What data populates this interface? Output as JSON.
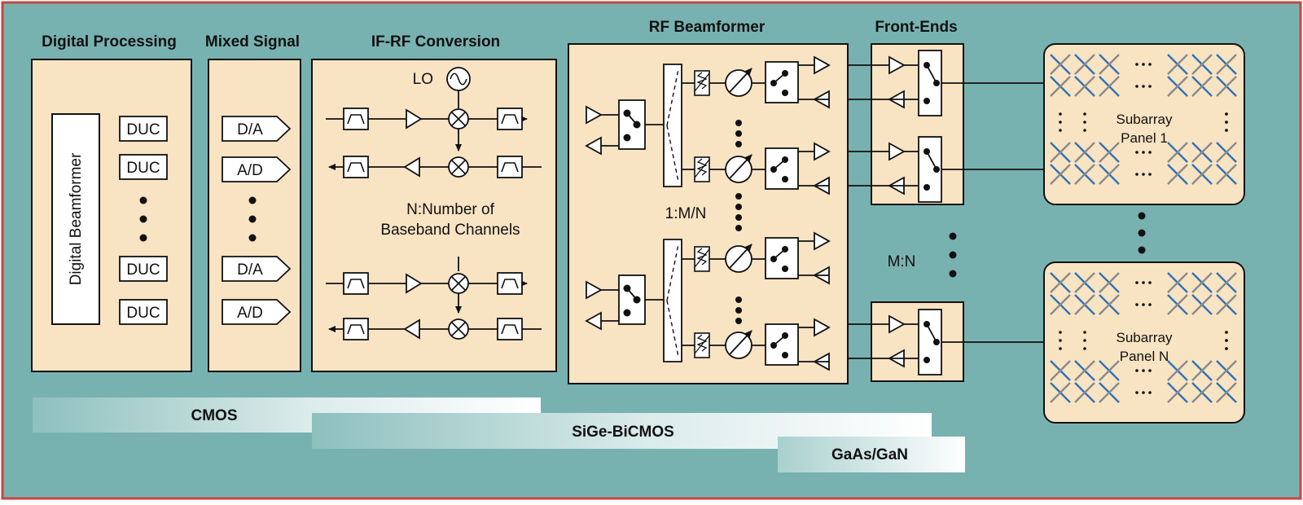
{
  "sections": {
    "digital_processing": "Digital Processing",
    "mixed_signal": "Mixed Signal",
    "if_rf": "IF-RF Conversion",
    "rf_beamformer": "RF Beamformer",
    "front_ends": "Front-Ends"
  },
  "digital": {
    "beamformer": "Digital Beamformer",
    "duc": "DUC"
  },
  "mixed": {
    "da": "D/A",
    "ad": "A/D"
  },
  "ifrf": {
    "lo": "LO",
    "note_line1": "N:Number of",
    "note_line2": "Baseband Channels"
  },
  "rfbf": {
    "ratio": "1:M/N"
  },
  "mn": "M:N",
  "panels": {
    "p1_line1": "Subarray",
    "p1_line2": "Panel 1",
    "pn_line1": "Subarray",
    "pn_line2": "Panel N"
  },
  "tech": {
    "cmos": "CMOS",
    "sige": "SiGe-BiCMOS",
    "gaas": "GaAs/GaN"
  },
  "colors": {
    "background": "#78b2b0",
    "block": "#f8e3c3",
    "border": "#c8463f",
    "x_blue": "#2f73b6",
    "x_gray": "#8a8a8a"
  }
}
